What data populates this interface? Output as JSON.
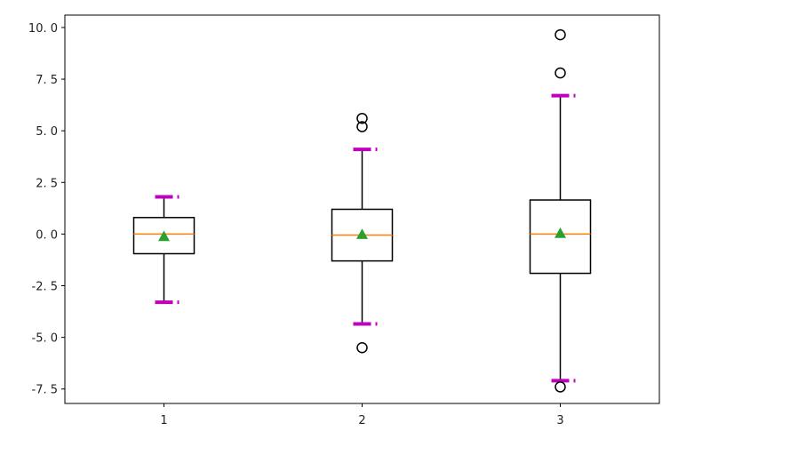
{
  "chart_data": {
    "type": "box",
    "ylim": [
      -8.2,
      10.6
    ],
    "xlim": [
      0.5,
      3.5
    ],
    "y_ticks": [
      {
        "value": 10.0,
        "label": "10. 0"
      },
      {
        "value": 7.5,
        "label": "7. 5"
      },
      {
        "value": 5.0,
        "label": "5. 0"
      },
      {
        "value": 2.5,
        "label": "2. 5"
      },
      {
        "value": 0.0,
        "label": "0. 0"
      },
      {
        "value": -2.5,
        "label": "-2. 5"
      },
      {
        "value": -5.0,
        "label": "-5. 0"
      },
      {
        "value": -7.5,
        "label": "-7. 5"
      }
    ],
    "x_ticks": [
      {
        "value": 1,
        "label": "1"
      },
      {
        "value": 2,
        "label": "2"
      },
      {
        "value": 3,
        "label": "3"
      }
    ],
    "grid": false,
    "boxes": [
      {
        "x": 1,
        "q1": -0.95,
        "median": 0.0,
        "q3": 0.8,
        "whisker_low": -3.3,
        "whisker_high": 1.8,
        "mean": -0.1,
        "outliers": []
      },
      {
        "x": 2,
        "q1": -1.3,
        "median": -0.05,
        "q3": 1.2,
        "whisker_low": -4.35,
        "whisker_high": 4.1,
        "mean": 0.0,
        "outliers": [
          5.6,
          5.2,
          -5.5
        ]
      },
      {
        "x": 3,
        "q1": -1.9,
        "median": 0.0,
        "q3": 1.65,
        "whisker_low": -7.1,
        "whisker_high": 6.7,
        "mean": 0.05,
        "outliers": [
          9.65,
          7.8,
          -7.4
        ]
      }
    ],
    "colors": {
      "box": "#000000",
      "median": "#ff7f0e",
      "mean": "#2ca02c",
      "caps": "#bf00bf",
      "outlier": "#000000"
    }
  }
}
